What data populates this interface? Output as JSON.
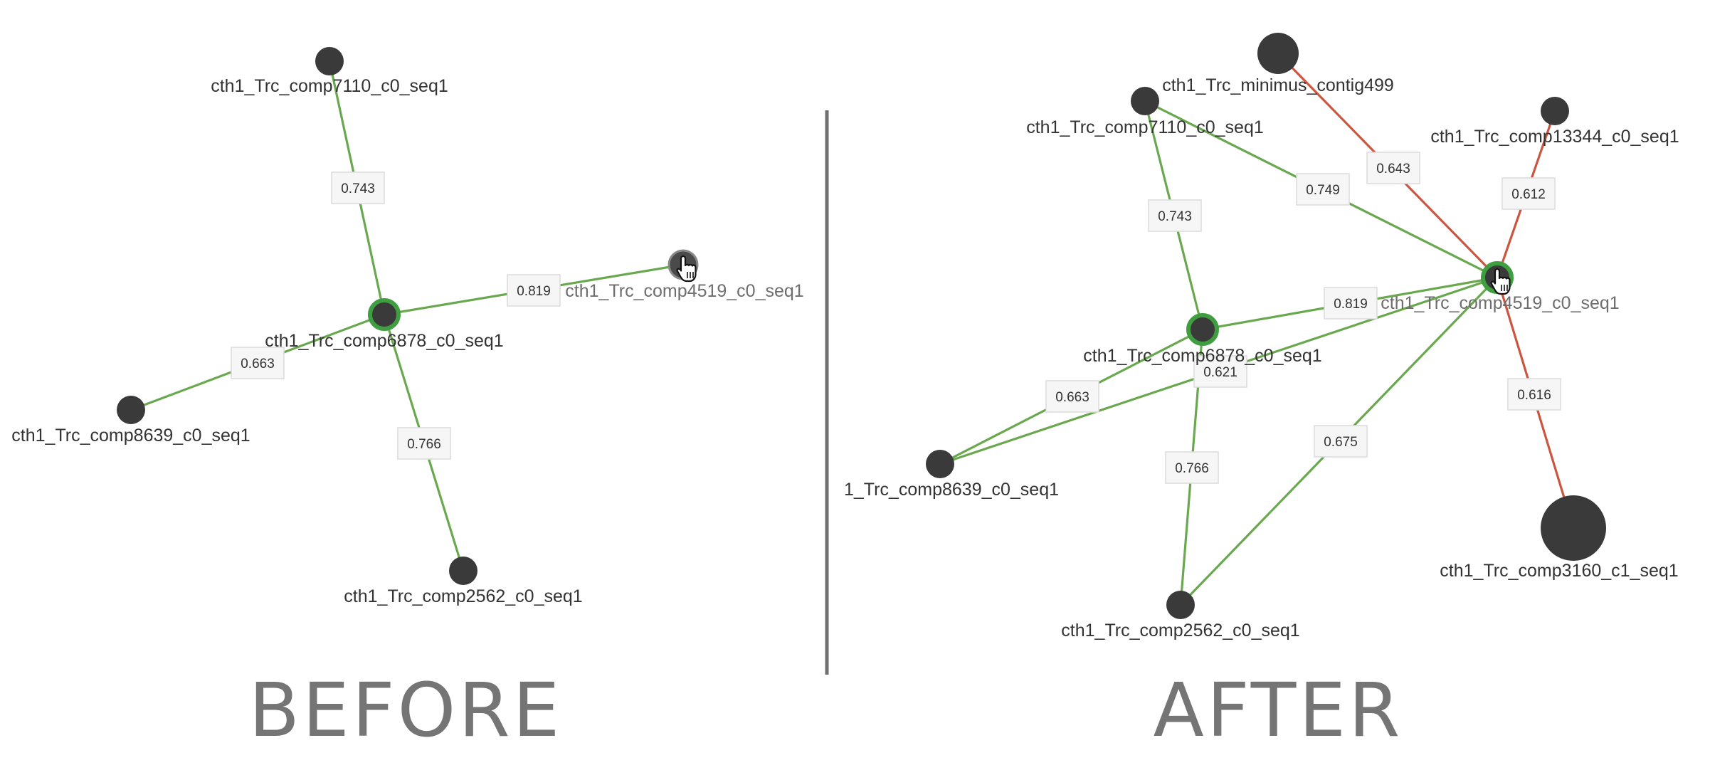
{
  "colors": {
    "edge_positive": "#6aa84f",
    "edge_negative": "#cc5540",
    "node_fill": "#3a3a3a",
    "node_selected_ring": "#3f9e3f",
    "divider": "#707070",
    "caption": "#757575"
  },
  "panels": [
    {
      "id": "before",
      "caption": "BEFORE",
      "nodes": [
        {
          "id": "comp7110",
          "label": "cth1_Trc_comp7110_c0_seq1",
          "size": "medium",
          "state": "normal"
        },
        {
          "id": "comp4519",
          "label": "cth1_Trc_comp4519_c0_seq1",
          "size": "medium",
          "state": "hover"
        },
        {
          "id": "comp6878",
          "label": "cth1_Trc_comp6878_c0_seq1",
          "size": "medium",
          "state": "selected"
        },
        {
          "id": "comp8639",
          "label": "cth1_Trc_comp8639_c0_seq1",
          "size": "medium",
          "state": "normal"
        },
        {
          "id": "comp2562",
          "label": "cth1_Trc_comp2562_c0_seq1",
          "size": "medium",
          "state": "normal"
        }
      ],
      "edges": [
        {
          "source": "comp6878",
          "target": "comp7110",
          "weight": "0.743",
          "sign": "positive"
        },
        {
          "source": "comp6878",
          "target": "comp4519",
          "weight": "0.819",
          "sign": "positive"
        },
        {
          "source": "comp6878",
          "target": "comp8639",
          "weight": "0.663",
          "sign": "positive"
        },
        {
          "source": "comp6878",
          "target": "comp2562",
          "weight": "0.766",
          "sign": "positive"
        }
      ]
    },
    {
      "id": "after",
      "caption": "AFTER",
      "nodes": [
        {
          "id": "contig499",
          "label": "cth1_Trc_minimus_contig499",
          "size": "large",
          "state": "normal"
        },
        {
          "id": "comp7110",
          "label": "cth1_Trc_comp7110_c0_seq1",
          "size": "medium",
          "state": "normal"
        },
        {
          "id": "comp13344",
          "label": "cth1_Trc_comp13344_c0_seq1",
          "size": "medium",
          "state": "normal"
        },
        {
          "id": "comp4519",
          "label": "cth1_Trc_comp4519_c0_seq1",
          "size": "medium",
          "state": "selected-hover"
        },
        {
          "id": "comp6878",
          "label": "cth1_Trc_comp6878_c0_seq1",
          "size": "medium",
          "state": "selected"
        },
        {
          "id": "comp8639",
          "label": "1_Trc_comp8639_c0_seq1",
          "size": "medium",
          "state": "normal"
        },
        {
          "id": "comp2562",
          "label": "cth1_Trc_comp2562_c0_seq1",
          "size": "medium",
          "state": "normal"
        },
        {
          "id": "comp3160",
          "label": "cth1_Trc_comp3160_c1_seq1",
          "size": "xlarge",
          "state": "normal"
        }
      ],
      "edges": [
        {
          "source": "comp4519",
          "target": "contig499",
          "weight": "0.643",
          "sign": "negative"
        },
        {
          "source": "comp4519",
          "target": "comp13344",
          "weight": "0.612",
          "sign": "negative"
        },
        {
          "source": "comp4519",
          "target": "comp3160",
          "weight": "0.616",
          "sign": "negative"
        },
        {
          "source": "comp4519",
          "target": "comp7110",
          "weight": "0.749",
          "sign": "positive"
        },
        {
          "source": "comp6878",
          "target": "comp7110",
          "weight": "0.743",
          "sign": "positive"
        },
        {
          "source": "comp6878",
          "target": "comp4519",
          "weight": "0.819",
          "sign": "positive"
        },
        {
          "source": "comp4519",
          "target": "comp8639",
          "weight": "0.621",
          "sign": "positive"
        },
        {
          "source": "comp6878",
          "target": "comp8639",
          "weight": "0.663",
          "sign": "positive"
        },
        {
          "source": "comp6878",
          "target": "comp2562",
          "weight": "0.766",
          "sign": "positive"
        },
        {
          "source": "comp4519",
          "target": "comp2562",
          "weight": "0.675",
          "sign": "positive"
        }
      ]
    }
  ]
}
